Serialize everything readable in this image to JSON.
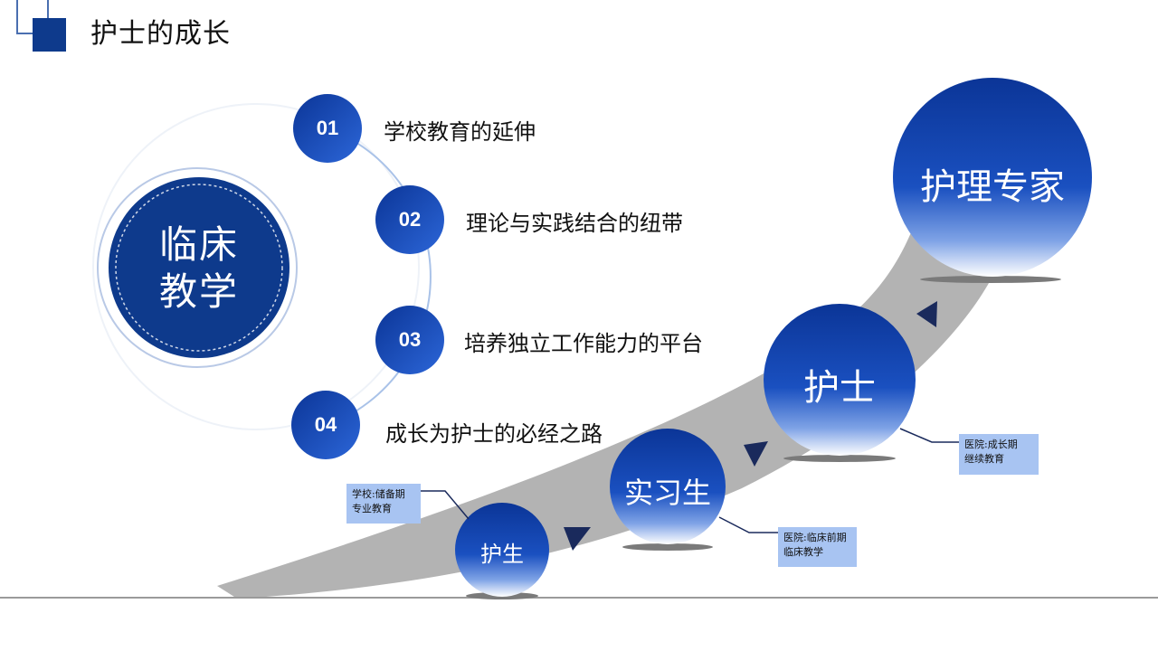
{
  "header": {
    "title": "护士的成长"
  },
  "hub": {
    "line1": "临床",
    "line2": "教学"
  },
  "items": [
    {
      "num": "01",
      "label": "学校教育的延伸"
    },
    {
      "num": "02",
      "label": "理论与实践结合的纽带"
    },
    {
      "num": "03",
      "label": "培养独立工作能力的平台"
    },
    {
      "num": "04",
      "label": "成长为护士的必经之路"
    }
  ],
  "stages": [
    {
      "label": "护生",
      "note_line1": "学校:储备期",
      "note_line2": "专业教育"
    },
    {
      "label": "实习生",
      "note_line1": "医院:临床前期",
      "note_line2": "临床教学"
    },
    {
      "label": "护士",
      "note_line1": "医院:成长期",
      "note_line2": "继续教育"
    },
    {
      "label": "护理专家"
    }
  ],
  "colors": {
    "brand": "#0e3a8c",
    "accent": "#1e56c8",
    "road": "#b3b3b3",
    "note_bg": "#a8c4f2",
    "arrow": "#1a2a5c"
  }
}
